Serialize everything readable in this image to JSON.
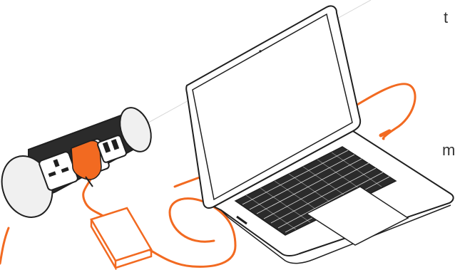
{
  "illustration": {
    "subject": "power-module-charging-laptop",
    "colors": {
      "cable": "#f26a21",
      "outline": "#1f1f1f",
      "module_body": "#2b2b2b",
      "socket_face": "#ffffff",
      "end_cap": "#f0f0f0",
      "background": "#ffffff"
    },
    "icons": [
      "uk-socket-icon",
      "usb-ports-icon",
      "plug-icon",
      "power-adapter-icon",
      "laptop-icon"
    ]
  },
  "cropped_text": {
    "top_right": "t",
    "middle_right": "m"
  }
}
